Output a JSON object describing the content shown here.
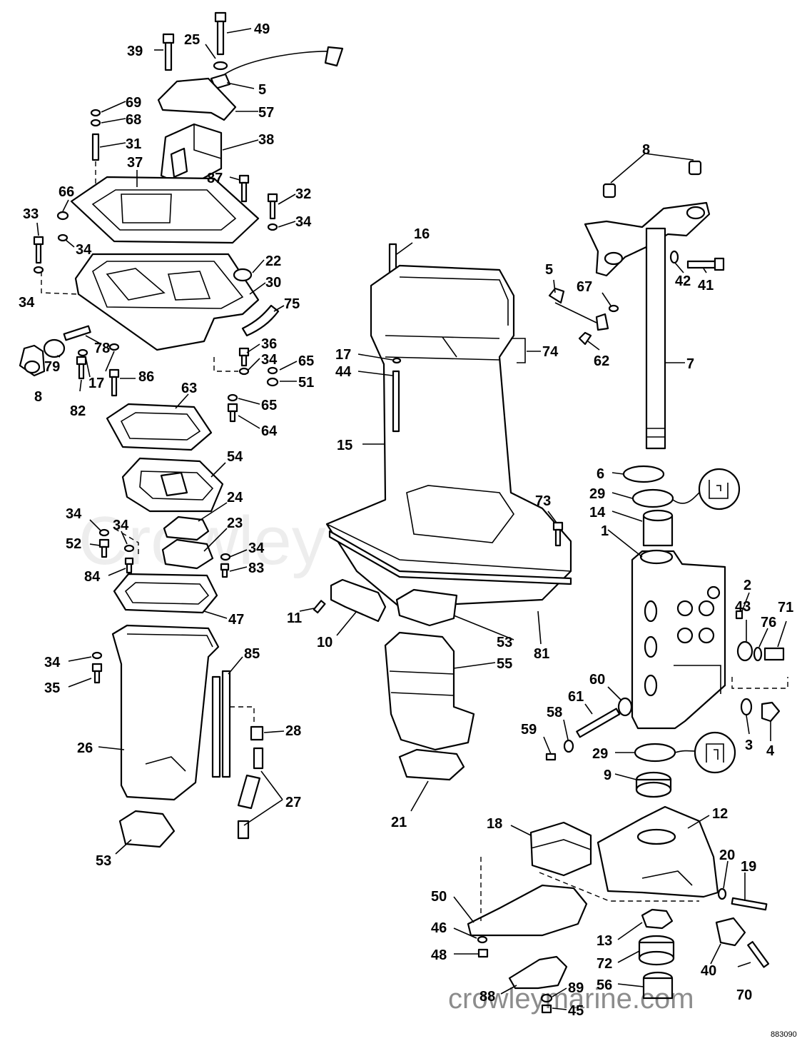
{
  "labels": {
    "p1": "1",
    "p2": "2",
    "p3": "3",
    "p4": "4",
    "p5a": "5",
    "p5b": "5",
    "p6": "6",
    "p7": "7",
    "p8a": "8",
    "p8b": "8",
    "p9": "9",
    "p10": "10",
    "p11": "11",
    "p12": "12",
    "p13": "13",
    "p14": "14",
    "p15": "15",
    "p16": "16",
    "p17a": "17",
    "p17b": "17",
    "p18": "18",
    "p19": "19",
    "p20": "20",
    "p21": "21",
    "p22": "22",
    "p23": "23",
    "p24": "24",
    "p25": "25",
    "p26": "26",
    "p27": "27",
    "p28": "28",
    "p29a": "29",
    "p29b": "29",
    "p30": "30",
    "p31": "31",
    "p32": "32",
    "p33": "33",
    "p34a": "34",
    "p34b": "34",
    "p34c": "34",
    "p34d": "34",
    "p34e": "34",
    "p34f": "34",
    "p34g": "34",
    "p34h": "34",
    "p35": "35",
    "p36": "36",
    "p37": "37",
    "p38": "38",
    "p39": "39",
    "p40": "40",
    "p41": "41",
    "p42": "42",
    "p43": "43",
    "p44": "44",
    "p45": "45",
    "p46": "46",
    "p47": "47",
    "p48": "48",
    "p49": "49",
    "p50": "50",
    "p51": "51",
    "p52": "52",
    "p53a": "53",
    "p53b": "53",
    "p54": "54",
    "p55": "55",
    "p56": "56",
    "p57": "57",
    "p58": "58",
    "p59": "59",
    "p60": "60",
    "p61": "61",
    "p62": "62",
    "p63": "63",
    "p64": "64",
    "p65a": "65",
    "p65b": "65",
    "p66": "66",
    "p67": "67",
    "p68": "68",
    "p69": "69",
    "p70": "70",
    "p71": "71",
    "p72": "72",
    "p73": "73",
    "p74": "74",
    "p75": "75",
    "p76": "76",
    "p78": "78",
    "p79": "79",
    "p81": "81",
    "p82": "82",
    "p83": "83",
    "p84": "84",
    "p85": "85",
    "p86": "86",
    "p87": "87",
    "p88": "88",
    "p89": "89"
  },
  "watermark": {
    "main": "Crowley Marine",
    "footer": "crowleymarine.com"
  },
  "drawing_code": "883090"
}
